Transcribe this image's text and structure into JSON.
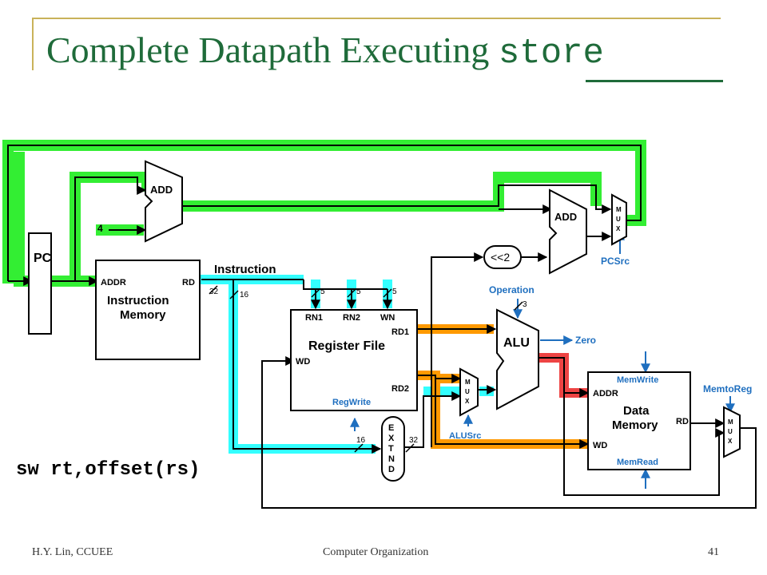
{
  "slide": {
    "title_main": "Complete Datapath Executing",
    "title_code": "store",
    "instruction_text": "sw rt,offset(rs)"
  },
  "footer": {
    "left": "H.Y. Lin, CCUEE",
    "center": "Computer Organization",
    "right": "41"
  },
  "diagram": {
    "pc": "PC",
    "add_top": "ADD",
    "add_right": "ADD",
    "const_four": "4",
    "imem": {
      "addr": "ADDR",
      "rd": "RD",
      "title1": "Instruction",
      "title2": "Memory"
    },
    "instruction_bus": "Instruction",
    "bits": {
      "b32a": "32",
      "b16a": "16",
      "b5a": "5",
      "b5b": "5",
      "b5c": "5",
      "b16b": "16",
      "b32b": "32",
      "b3": "3"
    },
    "regfile": {
      "rn1": "RN1",
      "rn2": "RN2",
      "wn": "WN",
      "rd1": "RD1",
      "rd2": "RD2",
      "wd": "WD",
      "title": "Register File",
      "regwrite": "RegWrite"
    },
    "extend_letters": [
      "E",
      "X",
      "T",
      "N",
      "D"
    ],
    "shift": "<<2",
    "alu": "ALU",
    "operation": "Operation",
    "zero": "Zero",
    "alusrc": "ALUSrc",
    "pcsrc": "PCSrc",
    "mux_letters": [
      "M",
      "U",
      "X"
    ],
    "dmem": {
      "memwrite": "MemWrite",
      "addr": "ADDR",
      "title1": "Data",
      "title2": "Memory",
      "rd": "RD",
      "wd": "WD",
      "memread": "MemRead"
    },
    "memtoreg": "MemtoReg"
  },
  "colors": {
    "title": "#1f6b3a",
    "rule": "#c9b25a",
    "pc_path": "#33ee33",
    "instruction_path": "#33ffff",
    "register_path": "#ff9900",
    "address_path": "#ee4444",
    "control": "#1f6fbf"
  }
}
